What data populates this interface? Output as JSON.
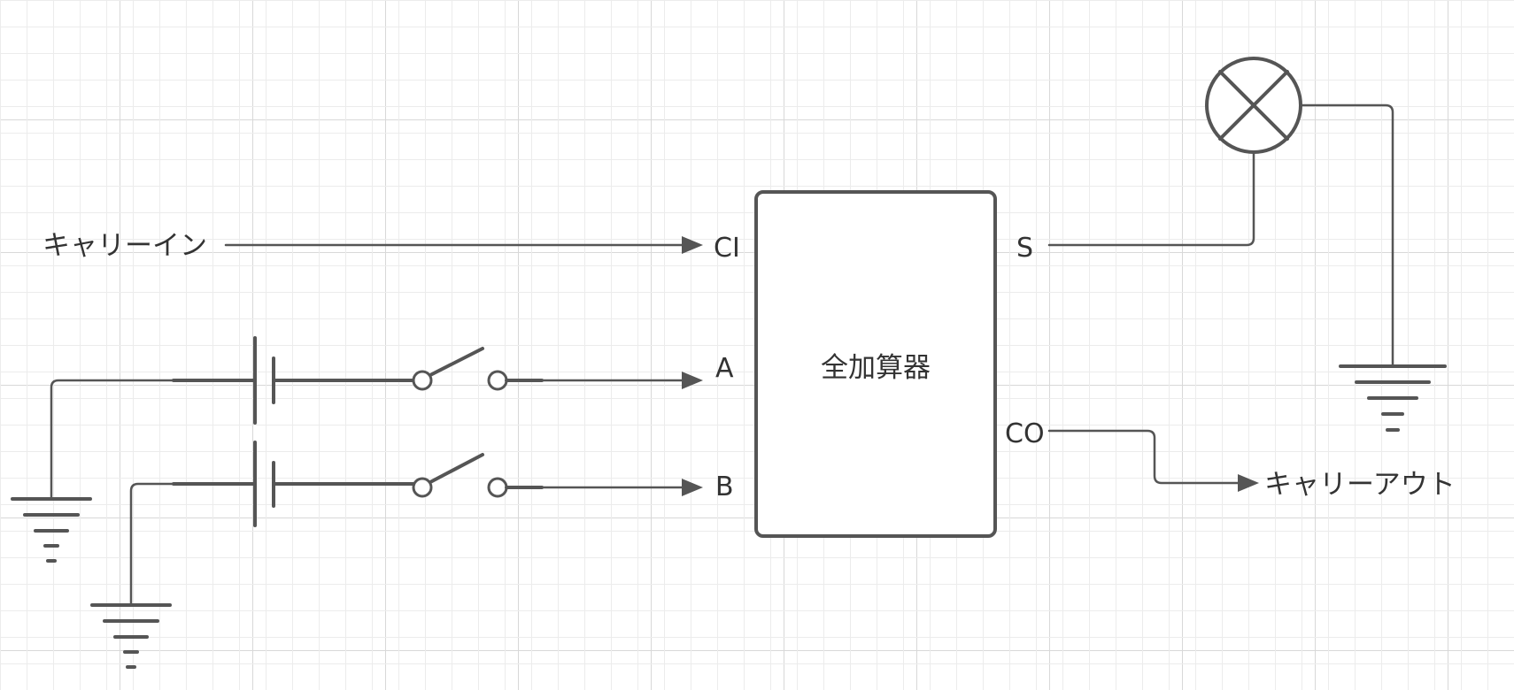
{
  "labels": {
    "carry_in": "キャリーイン",
    "carry_out": "キャリーアウト",
    "block_name": "全加算器",
    "pin_ci": "CI",
    "pin_a": "A",
    "pin_b": "B",
    "pin_s": "S",
    "pin_co": "CO"
  },
  "colors": {
    "wire": "#555555",
    "text": "#333333",
    "grid_minor": "#ececec",
    "grid_major": "#d8d8d8",
    "background": "#ffffff"
  }
}
